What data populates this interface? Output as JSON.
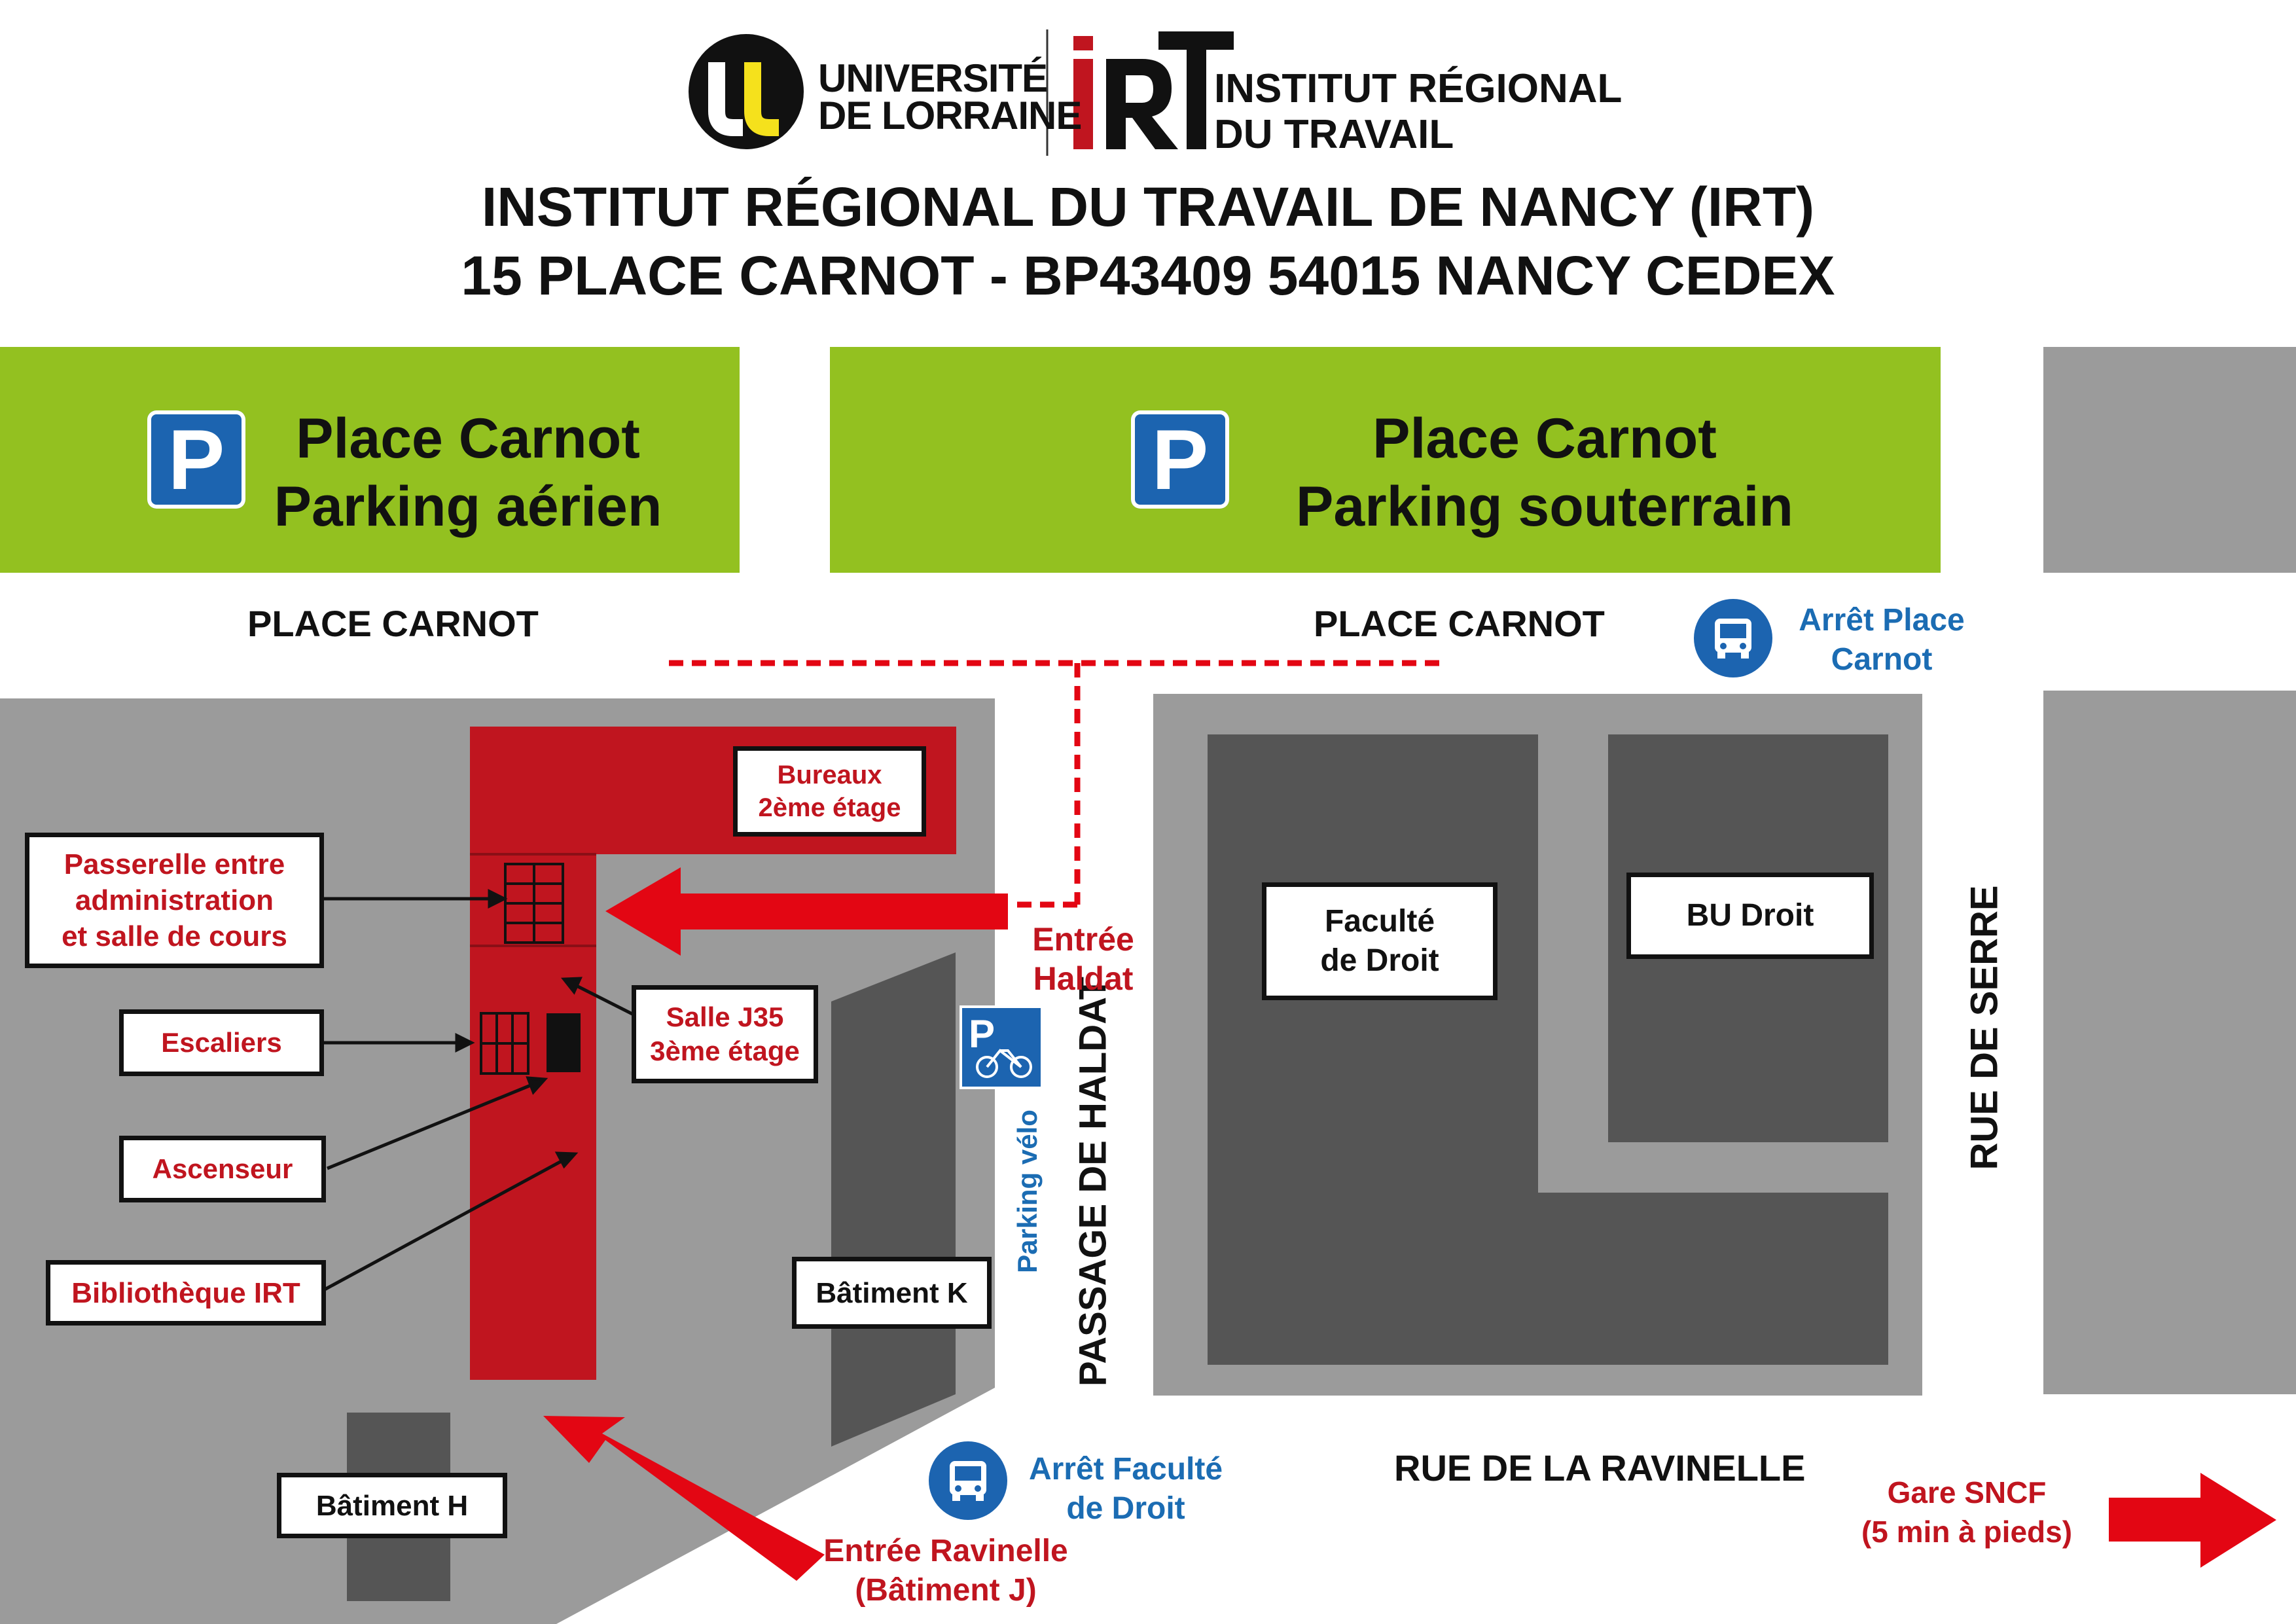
{
  "header": {
    "ul_logo_text_line1": "UNIVERSITÉ",
    "ul_logo_text_line2": "DE LORRAINE",
    "irt_logo_text_line1": "INSTITUT RÉGIONAL",
    "irt_logo_text_line2": "DU TRAVAIL",
    "title_line1": "INSTITUT RÉGIONAL DU TRAVAIL DE NANCY (IRT)",
    "title_line2": "15 PLACE CARNOT - BP43409 54015 NANCY CEDEX"
  },
  "parkings": {
    "left_line1": "Place Carnot",
    "left_line2": "Parking aérien",
    "right_line1": "Place Carnot",
    "right_line2": "Parking souterrain",
    "badge_letter": "P"
  },
  "streets": {
    "place_carnot_left": "PLACE CARNOT",
    "place_carnot_right": "PLACE CARNOT",
    "passage_haldat": "PASSAGE DE HALDAT",
    "rue_serre": "RUE DE SERRE",
    "rue_ravinelle": "RUE DE LA RAVINELLE"
  },
  "bus_stops": {
    "place_carnot_line1": "Arrêt Place",
    "place_carnot_line2": "Carnot",
    "faculte_line1": "Arrêt Faculté",
    "faculte_line2": "de Droit"
  },
  "labels": {
    "bureaux_line1": "Bureaux",
    "bureaux_line2": "2ème étage",
    "passerelle_line1": "Passerelle entre",
    "passerelle_line2": "administration",
    "passerelle_line3": "et salle de cours",
    "escaliers": "Escaliers",
    "ascenseur": "Ascenseur",
    "bibliotheque": "Bibliothèque IRT",
    "salle_line1": "Salle J35",
    "salle_line2": "3ème étage",
    "batiment_h": "Bâtiment H",
    "batiment_k": "Bâtiment K",
    "faculte_line1": "Faculté",
    "faculte_line2": "de Droit",
    "bu_droit": "BU Droit",
    "entree_haldat_line1": "Entrée",
    "entree_haldat_line2": "Haldat",
    "entree_ravinelle_line1": "Entrée Ravinelle",
    "entree_ravinelle_line2": "(Bâtiment J)",
    "parking_velo": "Parking vélo",
    "gare_line1": "Gare SNCF",
    "gare_line2": "(5 min à pieds)"
  },
  "colors": {
    "green": "#93c120",
    "red": "#c0151f",
    "arrow_red": "#e30613",
    "blue": "#1b6cb3",
    "gray_light": "#9b9b9b",
    "gray_dark": "#555555"
  }
}
